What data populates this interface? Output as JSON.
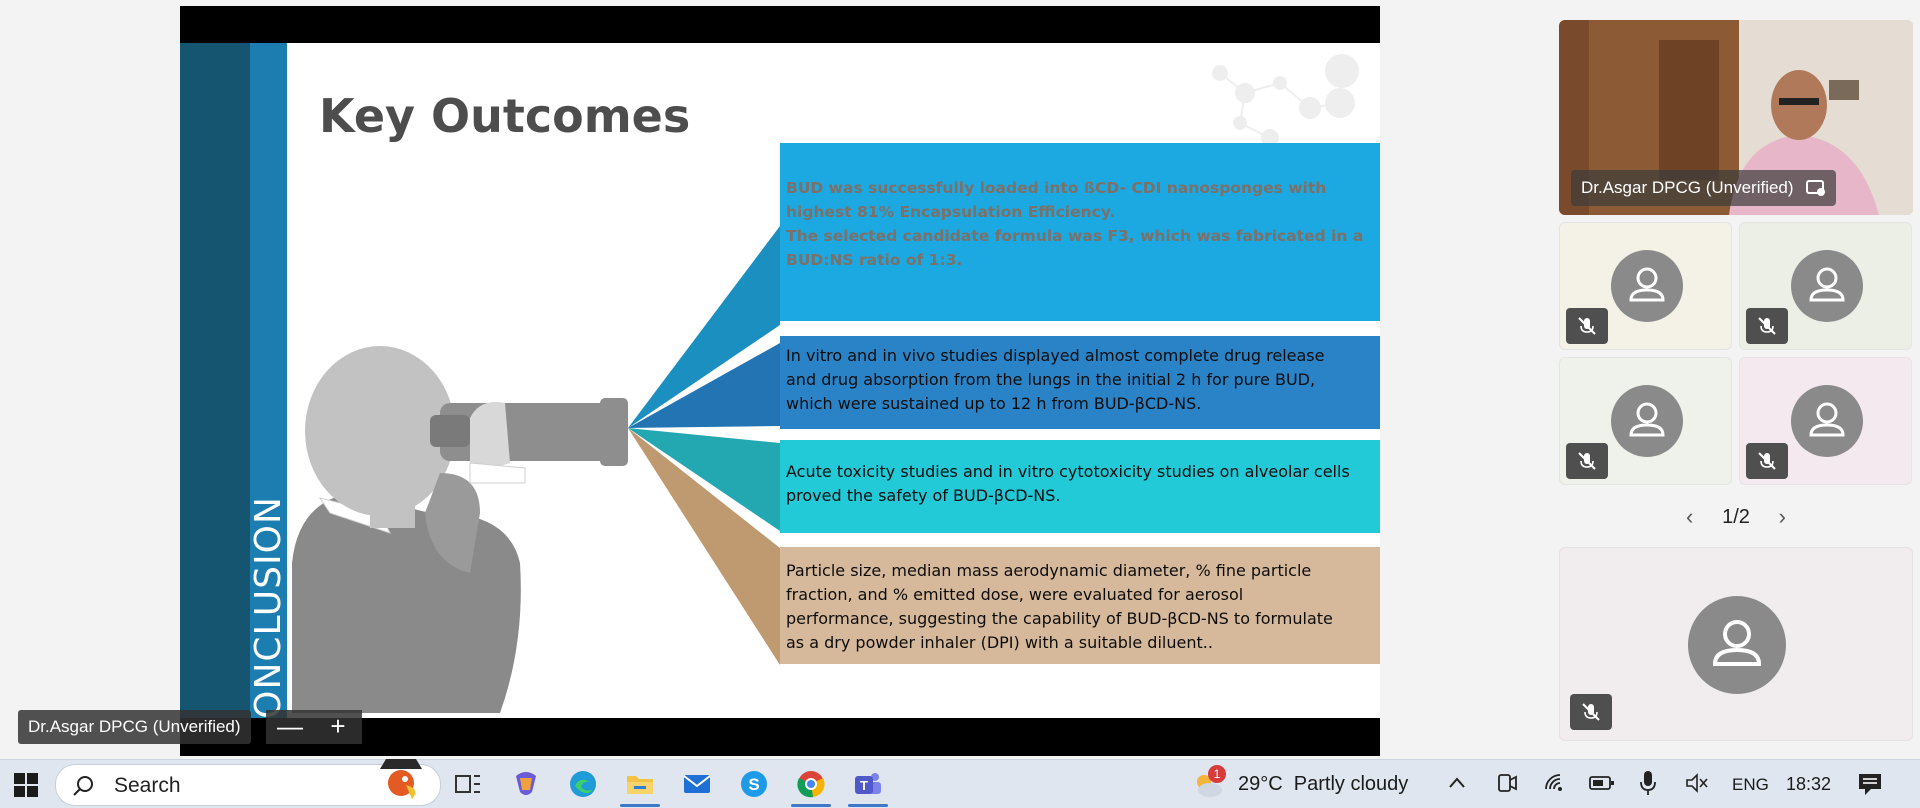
{
  "slide": {
    "sidebar_label": "CONCLUSION",
    "title": "Key Outcomes",
    "boxes": [
      {
        "lines": [
          "BUD was successfully loaded into ßCD- CDI nanosponges with",
          "highest 81% Encapsulation Efficiency.",
          "The selected candidate formula was F3, which was fabricated in a",
          "BUD:NS ratio of 1:3."
        ]
      },
      {
        "lines": [
          "In vitro and in vivo studies displayed almost complete drug release",
          "and drug absorption from the lungs in the initial 2 h for pure BUD,",
          "which were sustained up to 12 h from BUD-βCD-NS."
        ]
      },
      {
        "lines": [
          "Acute toxicity studies and in vitro cytotoxicity studies on alveolar cells",
          "proved the safety of BUD-βCD-NS."
        ]
      },
      {
        "lines": [
          "Particle size, median mass aerodynamic diameter, % fine particle",
          "fraction, and % emitted dose, were evaluated for aerosol",
          "performance, suggesting the capability of BUD-βCD-NS to formulate",
          "as a dry powder inhaler (DPI) with a suitable diluent.."
        ]
      }
    ]
  },
  "presenter": {
    "name": "Dr.Asgar DPCG (Unverified)",
    "zoom_out": "—",
    "zoom_in": "+"
  },
  "participants": {
    "video_name": "Dr.Asgar DPCG (Unverified)",
    "page": "1/2",
    "prev_icon": "chevron-left-icon",
    "next_icon": "chevron-right-icon"
  },
  "taskbar": {
    "search_placeholder": "Search",
    "weather_badge": "1",
    "weather": "29°C  Partly cloudy",
    "language": "ENG",
    "time": "18:32"
  },
  "colors": {
    "band_dark": "#15556f",
    "band_light": "#1b7db0",
    "box1": "#1ca9e1",
    "box2": "#2a82c7",
    "box3": "#22c9d6",
    "box4": "#d6b99b"
  }
}
